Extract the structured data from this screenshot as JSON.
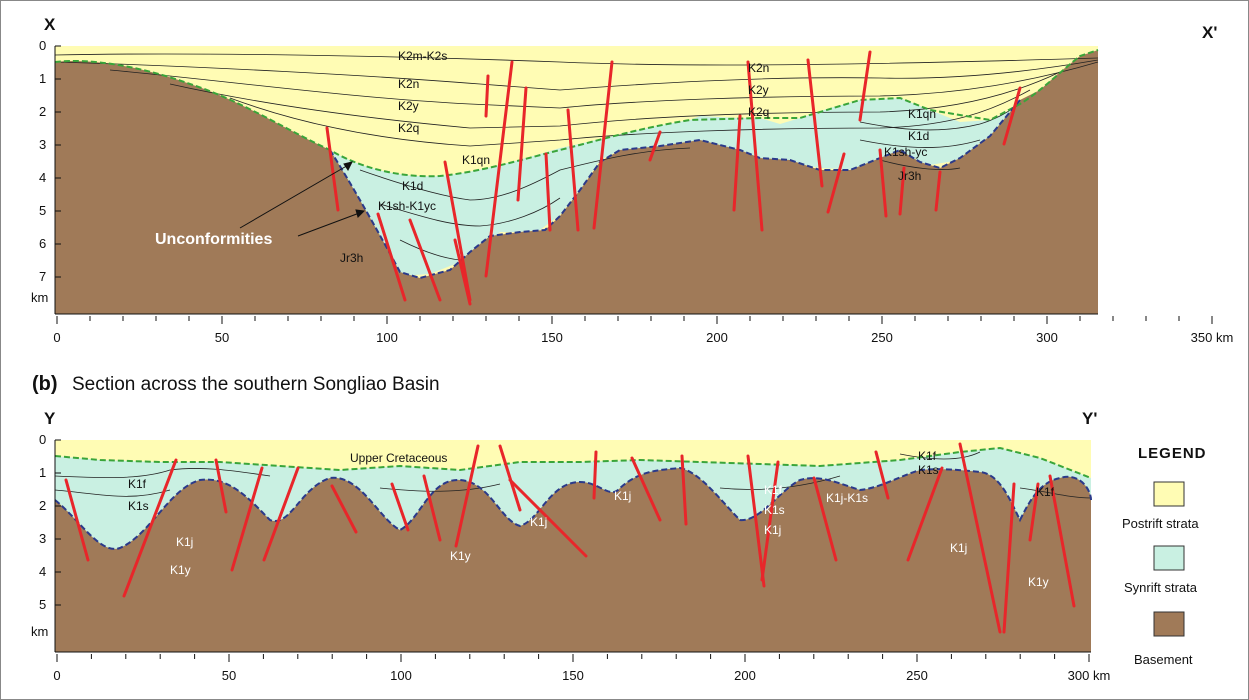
{
  "section_a": {
    "left_label": "X",
    "right_label": "X'",
    "depth_ticks": [
      "0",
      "1",
      "2",
      "3",
      "4",
      "5",
      "6",
      "7"
    ],
    "depth_unit": "km",
    "distance_ticks": [
      "0",
      "50",
      "100",
      "150",
      "200",
      "250",
      "300",
      "350 km"
    ],
    "units": [
      "K2m-K2s",
      "K2n",
      "K2y",
      "K2q",
      "K1qn",
      "K1d",
      "K1sh-K1yc",
      "Jr3h",
      "K2n",
      "K2y",
      "K2q",
      "K1qn",
      "K1d",
      "K1sh-yc",
      "Jr3h"
    ],
    "annotation": "Unconformities"
  },
  "section_b": {
    "title_prefix": "(b)",
    "title": "Section across the southern Songliao Basin",
    "left_label": "Y",
    "right_label": "Y'",
    "depth_ticks": [
      "0",
      "1",
      "2",
      "3",
      "4",
      "5"
    ],
    "depth_unit": "km",
    "distance_ticks": [
      "0",
      "50",
      "100",
      "150",
      "200",
      "250",
      "300 km"
    ],
    "upper_label": "Upper Cretaceous",
    "units": [
      "K1f",
      "K1s",
      "K1j",
      "K1y",
      "K1y",
      "K1j",
      "K1j",
      "K1f",
      "K1s",
      "K1j",
      "K1j-K1s",
      "K1f",
      "K1s",
      "K1j",
      "K1f",
      "K1y"
    ]
  },
  "legend": {
    "title": "LEGEND",
    "items": [
      {
        "label": "Postrift strata",
        "color": "#fffcb4"
      },
      {
        "label": "Synrift strata",
        "color": "#c9f0e2"
      },
      {
        "label": "Basement",
        "color": "#a07a58"
      }
    ]
  },
  "colors": {
    "postrift": "#fffcb4",
    "synrift": "#c9f0e2",
    "basement": "#a07a58",
    "fault": "#e8262a",
    "unconformity_upper": "#3aa53a",
    "unconformity_lower": "#2b3a8a"
  }
}
